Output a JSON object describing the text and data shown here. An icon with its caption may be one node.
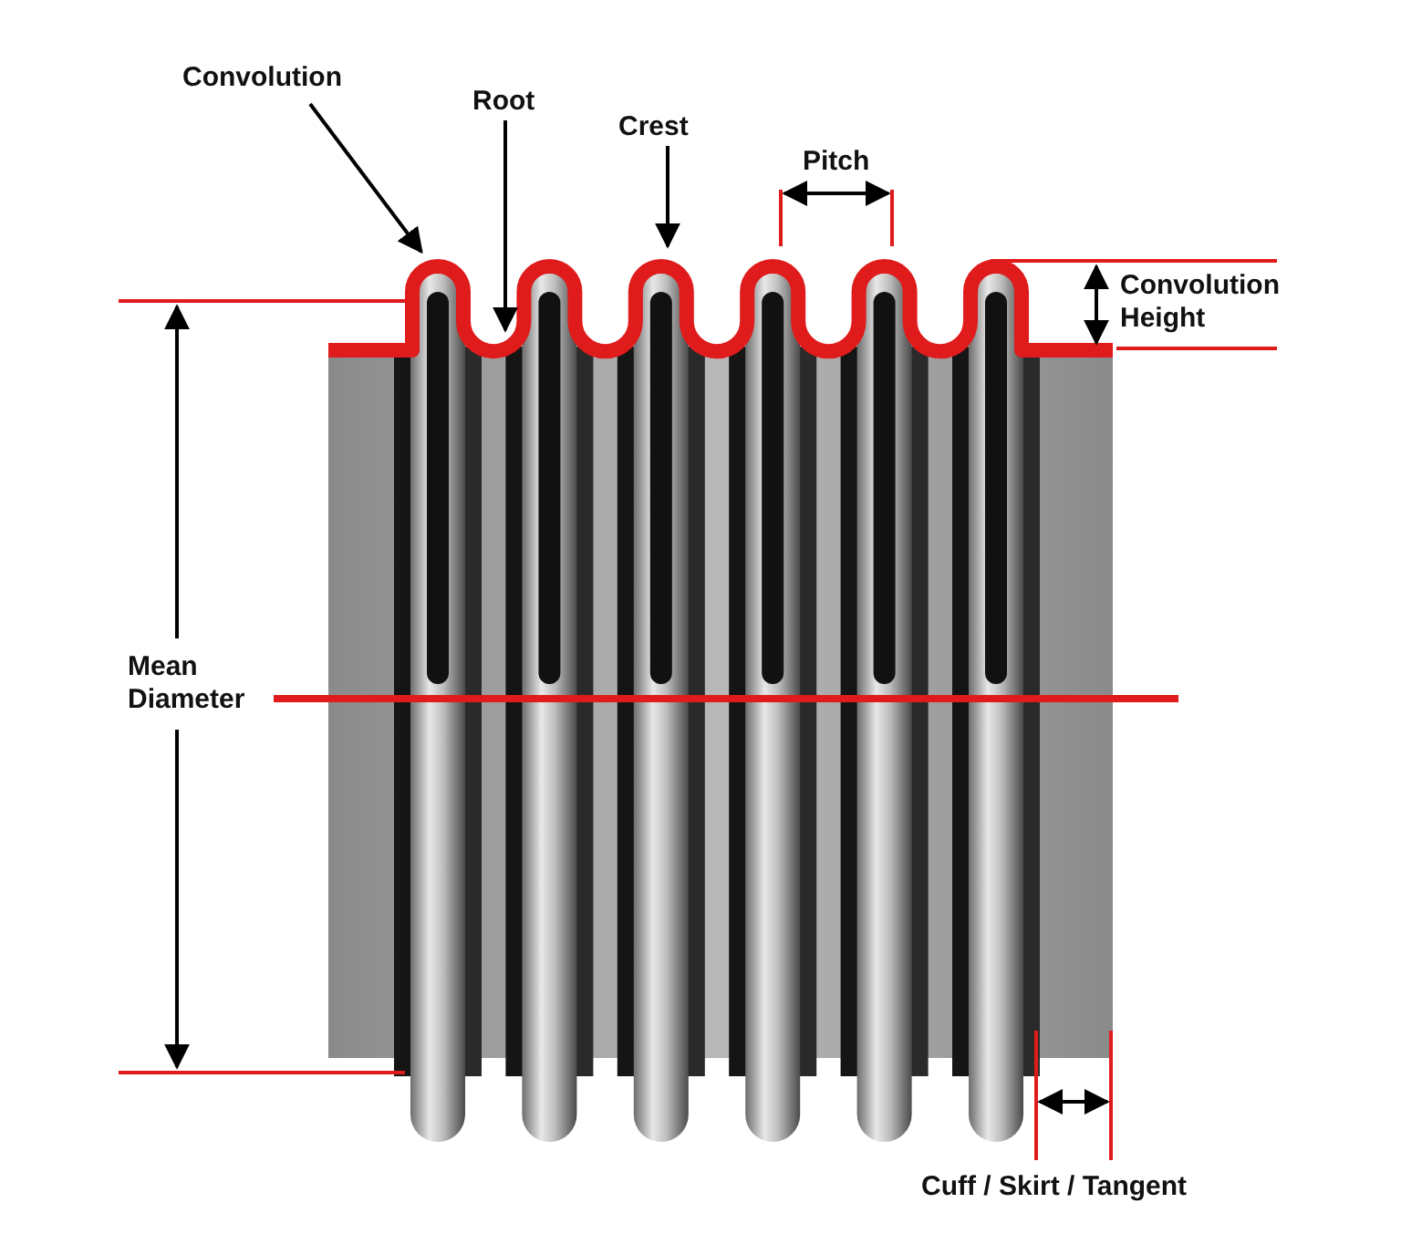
{
  "diagram": {
    "nodes": [
      {
        "text": [
          "Convolution"
        ]
      },
      {
        "text": [
          "Root"
        ]
      },
      {
        "text": [
          "Crest"
        ]
      }
    ],
    "edges": [
      {
        "from": 0,
        "to": null,
        "arrow": "to"
      },
      {
        "from": 1,
        "to": null,
        "arrow": "to"
      },
      {
        "from": 2,
        "to": null,
        "arrow": "to"
      }
    ],
    "labels": [
      "Pitch",
      "Convolution Height",
      "Mean Diameter",
      "Cuff / Skirt / Tangent"
    ]
  }
}
